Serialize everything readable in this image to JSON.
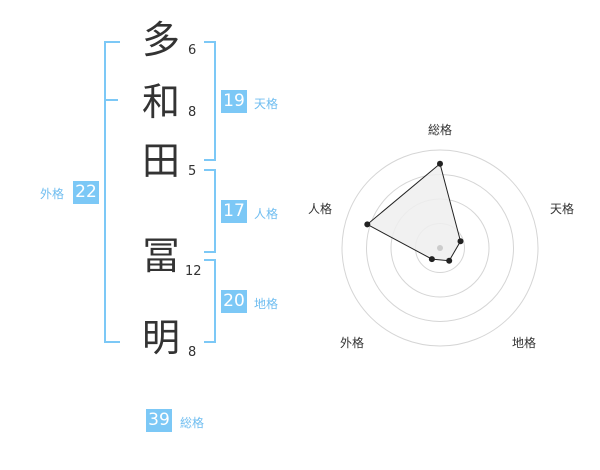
{
  "name": {
    "chars": [
      {
        "char": "多",
        "strokes": "6"
      },
      {
        "char": "和",
        "strokes": "8"
      },
      {
        "char": "田",
        "strokes": "5"
      },
      {
        "char": "冨",
        "strokes": "12"
      },
      {
        "char": "明",
        "strokes": "8"
      }
    ]
  },
  "fortunes": {
    "tenkaku": {
      "label": "天格",
      "value": "19"
    },
    "jinkaku": {
      "label": "人格",
      "value": "17"
    },
    "chikaku": {
      "label": "地格",
      "value": "20"
    },
    "gaikaku": {
      "label": "外格",
      "value": "22"
    },
    "soukaku": {
      "label": "総格",
      "value": "39"
    }
  },
  "colors": {
    "accent": "#7cc8f6",
    "label": "#6fbdf0",
    "text": "#333333"
  },
  "chart_data": {
    "type": "radar",
    "axes": [
      "総格",
      "天格",
      "地格",
      "外格",
      "人格"
    ],
    "values": [
      0.86,
      0.22,
      0.16,
      0.14,
      0.78
    ],
    "range": [
      0,
      1
    ],
    "rings": 4
  }
}
